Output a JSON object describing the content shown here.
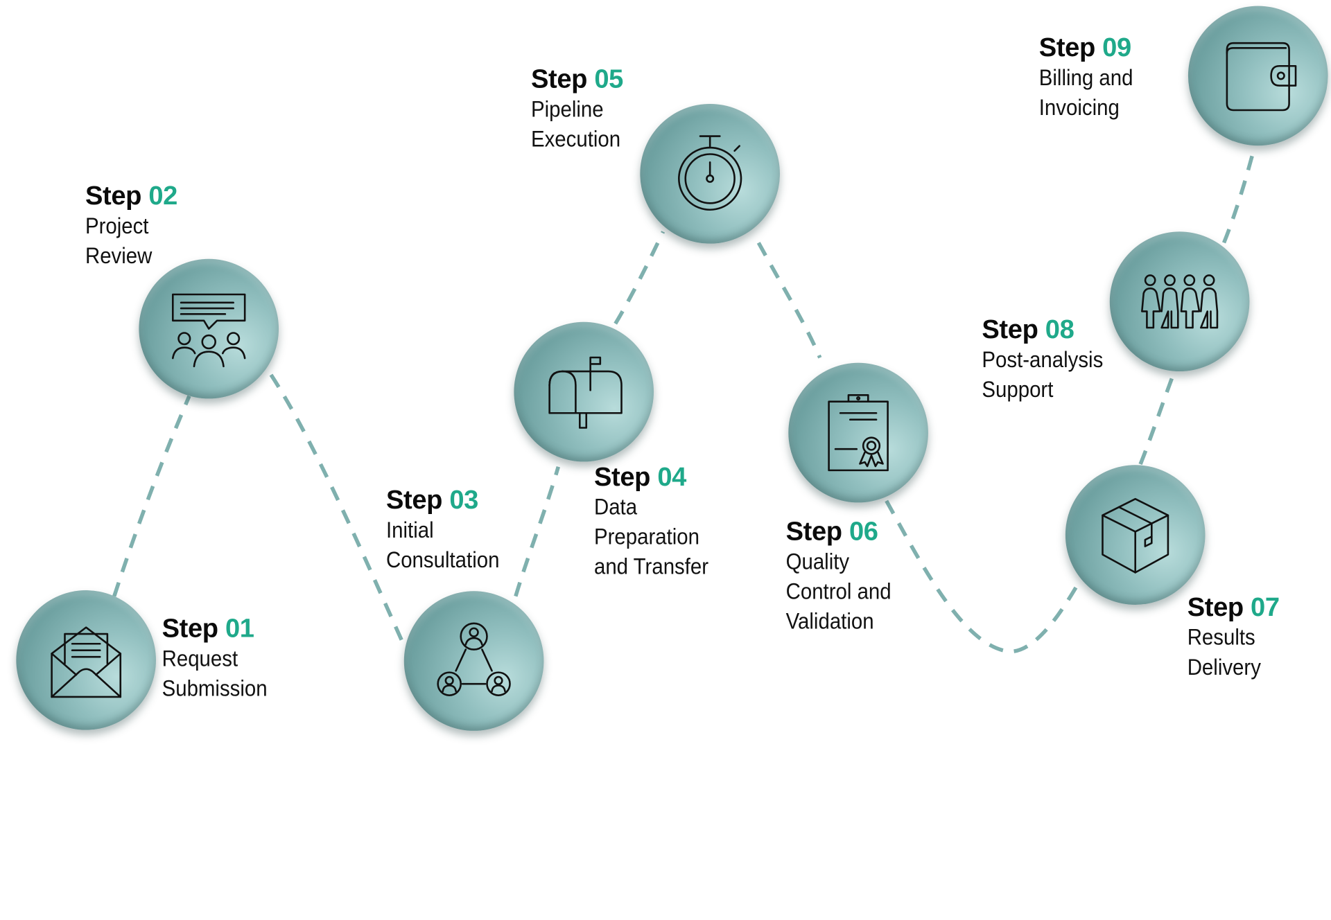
{
  "colors": {
    "accent_number": "#1fa98a",
    "node_fill": "#7fb0ae",
    "connector": "#7fb0ae",
    "text": "#111111"
  },
  "step_word": "Step",
  "steps": [
    {
      "number": "01",
      "title_lines": [
        "Request",
        "Submission"
      ],
      "icon": "envelope-letter-icon"
    },
    {
      "number": "02",
      "title_lines": [
        "Project",
        "Review"
      ],
      "icon": "group-discussion-icon"
    },
    {
      "number": "03",
      "title_lines": [
        "Initial",
        "Consultation"
      ],
      "icon": "network-people-icon"
    },
    {
      "number": "04",
      "title_lines": [
        "Data",
        "Preparation",
        "and Transfer"
      ],
      "icon": "mailbox-icon"
    },
    {
      "number": "05",
      "title_lines": [
        "Pipeline",
        "Execution"
      ],
      "icon": "stopwatch-icon"
    },
    {
      "number": "06",
      "title_lines": [
        "Quality",
        "Control and",
        "Validation"
      ],
      "icon": "certificate-clipboard-icon"
    },
    {
      "number": "07",
      "title_lines": [
        "Results",
        "Delivery"
      ],
      "icon": "package-box-icon"
    },
    {
      "number": "08",
      "title_lines": [
        "Post-analysis",
        "Support"
      ],
      "icon": "team-people-icon"
    },
    {
      "number": "09",
      "title_lines": [
        "Billing and",
        "Invoicing"
      ],
      "icon": "wallet-icon"
    }
  ]
}
